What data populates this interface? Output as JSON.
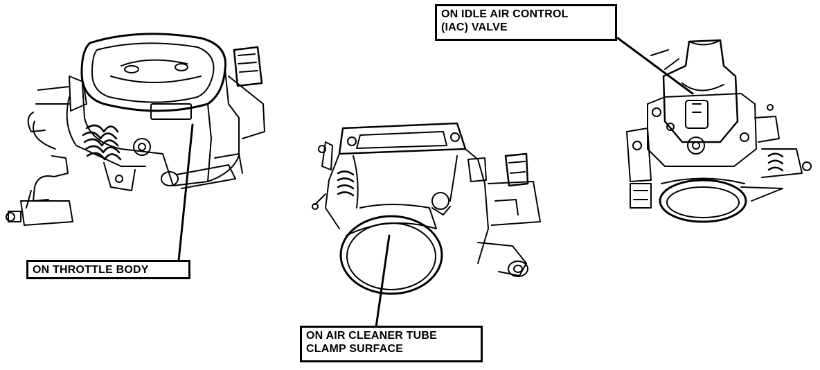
{
  "callouts": {
    "throttle_body": {
      "text": "ON THROTTLE BODY"
    },
    "air_cleaner": {
      "line1": "ON AIR CLEANER TUBE",
      "line2": "CLAMP SURFACE"
    },
    "iac_valve": {
      "line1": "ON IDLE AIR CONTROL",
      "line2": "(IAC) VALVE"
    }
  },
  "colors": {
    "ink": "#000000",
    "paper": "#ffffff"
  }
}
